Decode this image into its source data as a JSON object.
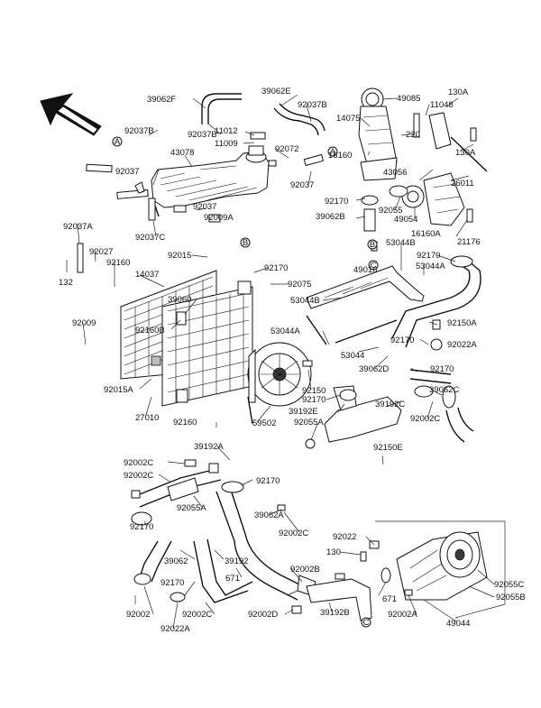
{
  "labels": {
    "l39062F": "39062F",
    "l39062E": "39062E",
    "l49085": "49085",
    "l130A_1": "130A",
    "l92037B_1": "92037B",
    "l14075": "14075",
    "l11048": "11048",
    "l92037B_2": "92037B",
    "l11012": "11012",
    "l11009": "11009",
    "l92037B_3": "92037B",
    "l220": "220",
    "l130A_2": "130A",
    "l43078": "43078",
    "l92072": "92072",
    "l16160": "16160",
    "l43056": "43056",
    "l26011": "26011",
    "l92037_1": "92037",
    "l92037_2": "92037",
    "l92170_1": "92170",
    "l92055_1": "92055",
    "l49054": "49054",
    "l39062B": "39062B",
    "l92037_3": "92037",
    "l92009A": "92009A",
    "l92037C": "92037C",
    "l16160A": "16160A",
    "l21176": "21176",
    "l53044B_1": "53044B",
    "l92037A": "92037A",
    "l92027": "92027",
    "l92015": "92015",
    "l92170_2": "92170",
    "l92170_3": "92170",
    "l53044A_1": "53044A",
    "l92160_1": "92160",
    "l49016": "49016",
    "l132": "132",
    "l14037": "14037",
    "l92075": "92075",
    "l39060": "39060",
    "l53044B_2": "53044B",
    "l92009": "92009",
    "l92160B": "92160B",
    "l53044A_2": "53044A",
    "l92150A": "92150A",
    "l92170_4": "92170",
    "l92022A_1": "92022A",
    "l53044": "53044",
    "l39062D": "39062D",
    "l92170_5": "92170",
    "l92015A": "92015A",
    "l92150": "92150",
    "l92170_6": "92170",
    "l39192C": "39192C",
    "l39062C": "39062C",
    "l27010": "27010",
    "l39192E": "39192E",
    "l92002C_1": "92002C",
    "l92160_2": "92160",
    "l59502": "59502",
    "l92055A_1": "92055A",
    "l39192A": "39192A",
    "l92150E": "92150E",
    "l92002C_2": "92002C",
    "l92002C_3": "92002C",
    "l92170_7": "92170",
    "l92055A_2": "92055A",
    "l39062A": "39062A",
    "l92170_8": "92170",
    "l92002C_4": "92002C",
    "l92022": "92022",
    "l130": "130",
    "l39062": "39062",
    "l39192": "39192",
    "l671_1": "671",
    "l92002B": "92002B",
    "l92170_9": "92170",
    "l671_2": "671",
    "l92055C": "92055C",
    "l92002": "92002",
    "l92002C_5": "92002C",
    "l92002D": "92002D",
    "l39192B": "39192B",
    "l92055B": "92055B",
    "l92022A_2": "92022A",
    "l92002A": "92002A",
    "l49044": "49044"
  },
  "markers": {
    "mA1": "A",
    "mA2": "A",
    "mB1": "B",
    "mB2": "B",
    "mC1": "C",
    "mC2": "C"
  }
}
